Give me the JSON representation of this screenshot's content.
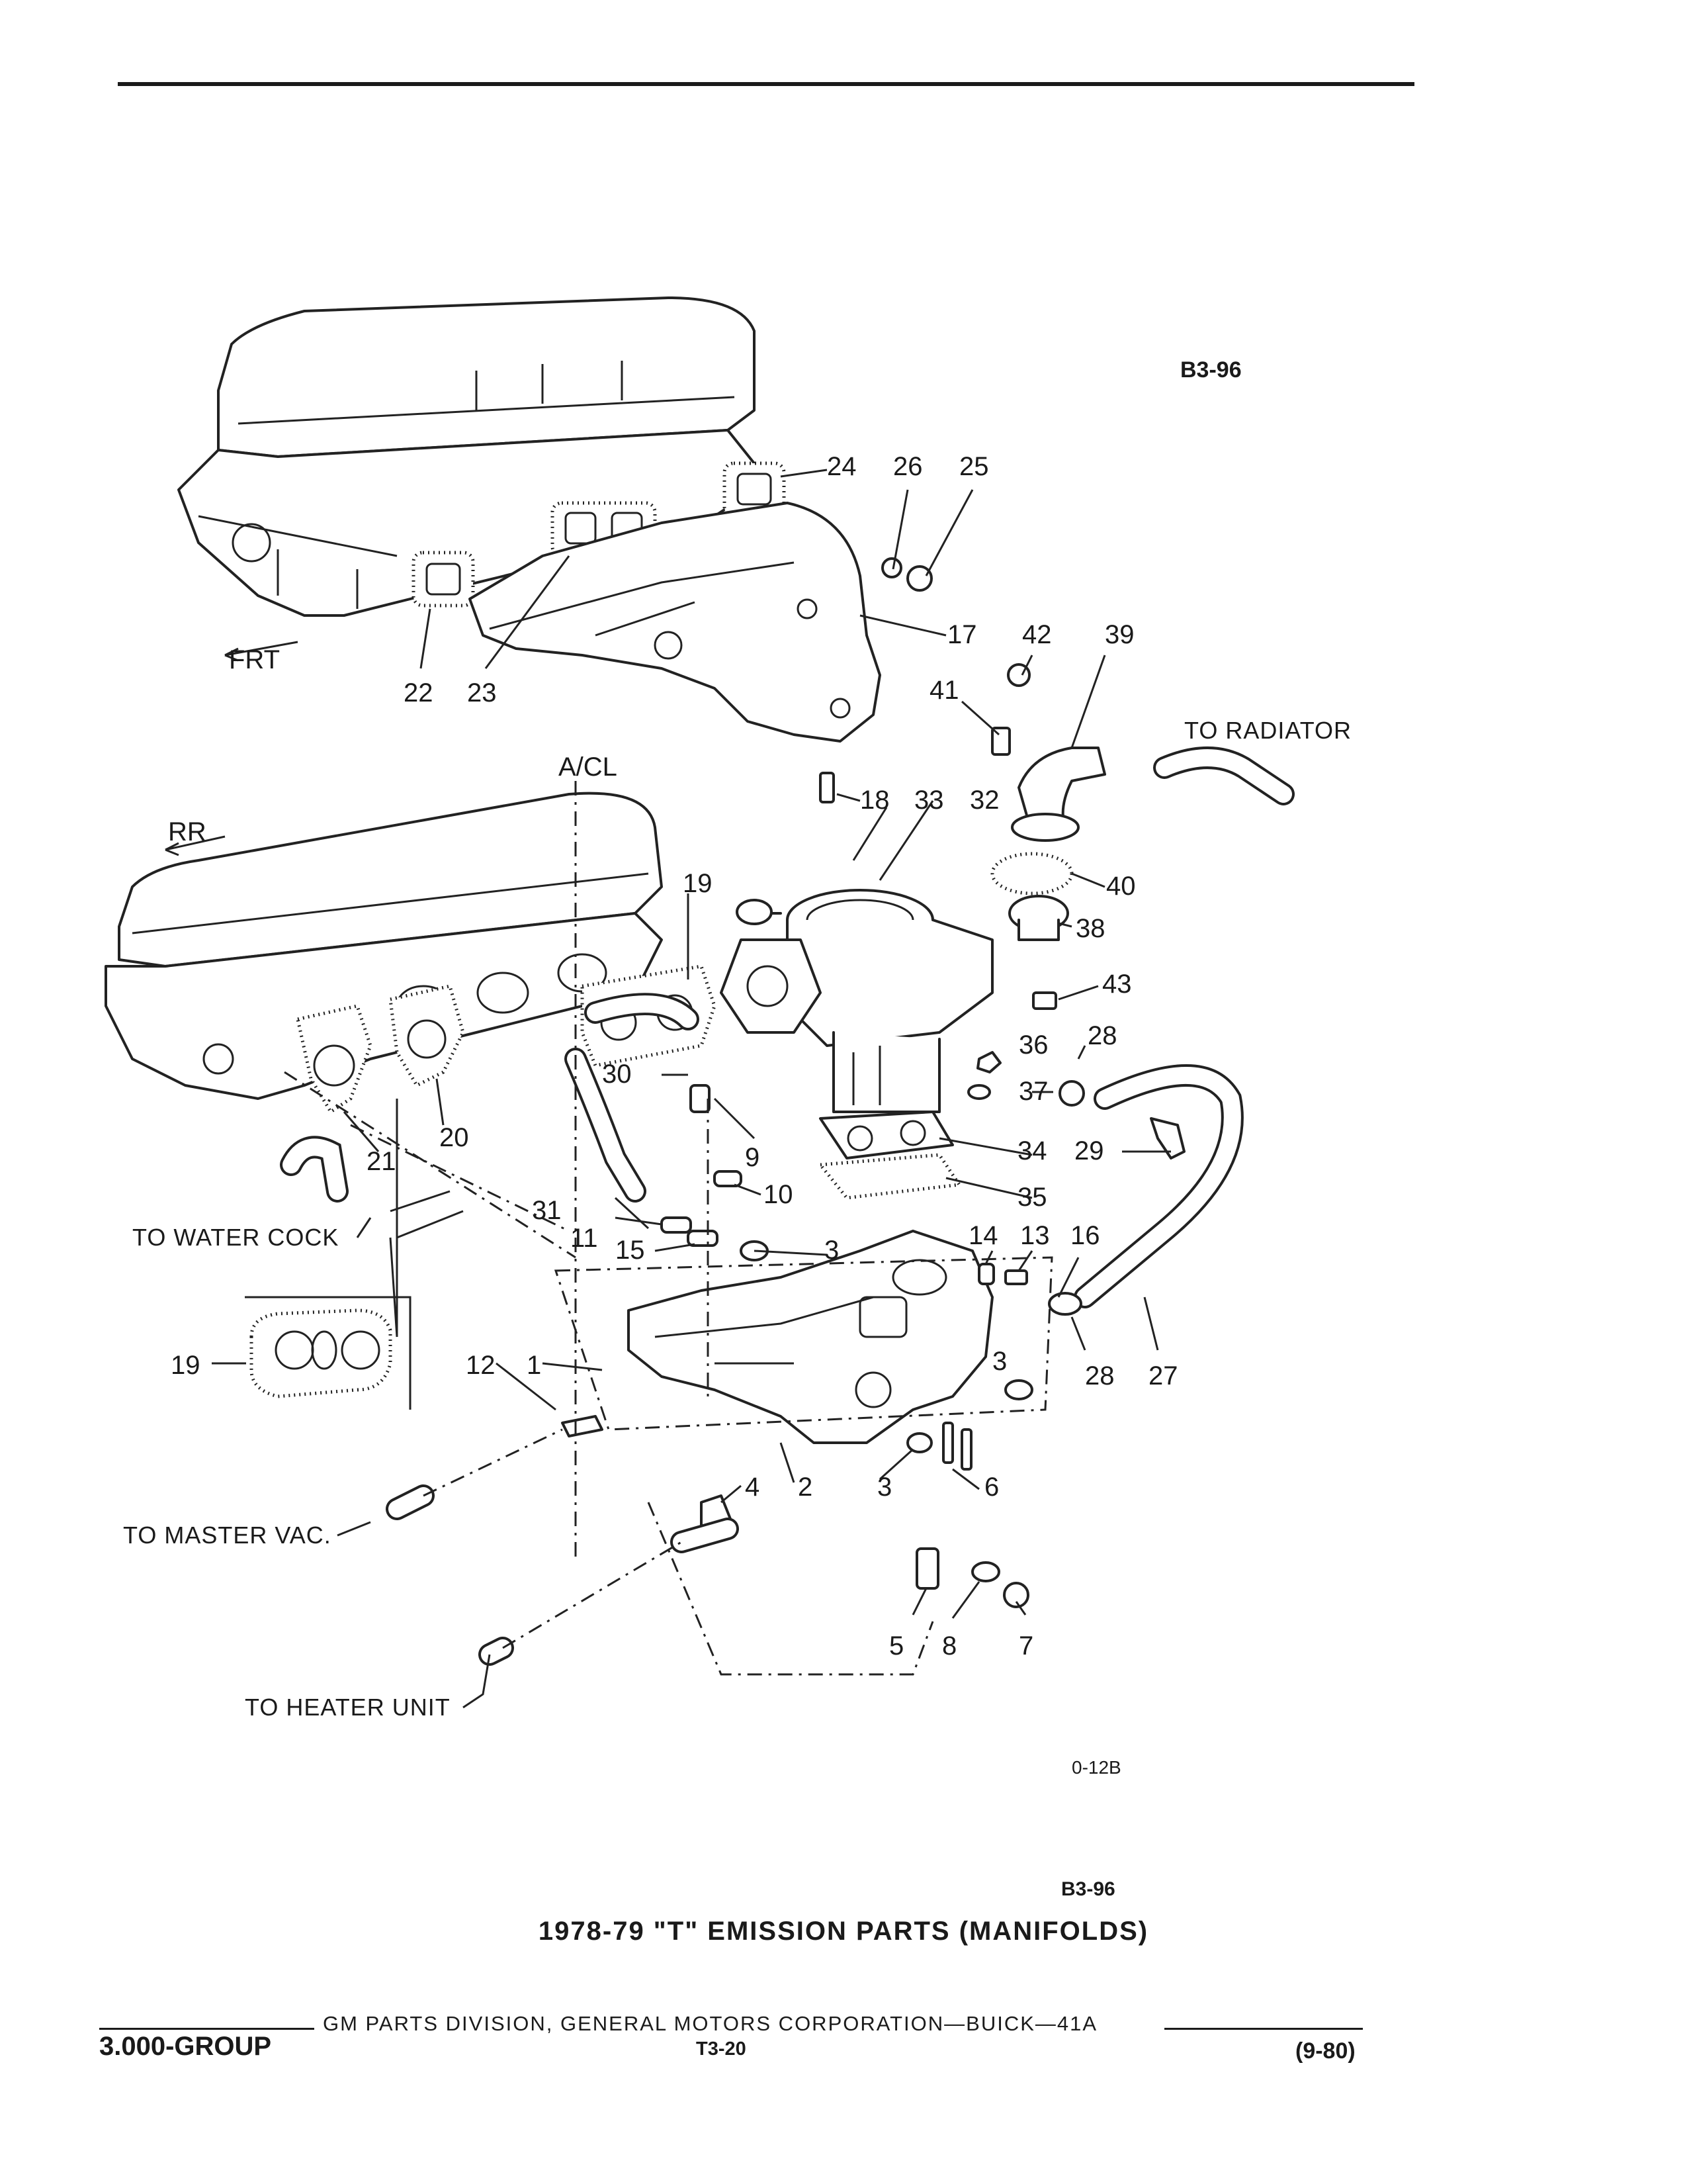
{
  "header": {
    "ref_code": "B3-96"
  },
  "diagram": {
    "labels": {
      "front": "FRT",
      "rear": "RR",
      "air_cleaner": "A/CL",
      "to_radiator": "TO RADIATOR",
      "to_water_cock": "TO WATER COCK",
      "to_master_vac": "TO MASTER VAC.",
      "to_heater_unit": "TO HEATER UNIT"
    },
    "callouts": [
      "1",
      "2",
      "3",
      "4",
      "5",
      "6",
      "7",
      "8",
      "9",
      "10",
      "11",
      "12",
      "13",
      "14",
      "15",
      "16",
      "17",
      "18",
      "19",
      "20",
      "21",
      "22",
      "23",
      "24",
      "25",
      "26",
      "27",
      "28",
      "29",
      "30",
      "31",
      "32",
      "33",
      "34",
      "35",
      "36",
      "37",
      "38",
      "39",
      "40",
      "41",
      "42",
      "43"
    ],
    "figure_code": "0-12B",
    "ref_code_bottom": "B3-96"
  },
  "caption": "1978-79 \"T\" EMISSION PARTS (MANIFOLDS)",
  "footer": {
    "publisher": "GM PARTS DIVISION, GENERAL MOTORS CORPORATION—BUICK—41A",
    "group": "3.000-GROUP",
    "page": "T3-20",
    "date": "(9-80)"
  }
}
